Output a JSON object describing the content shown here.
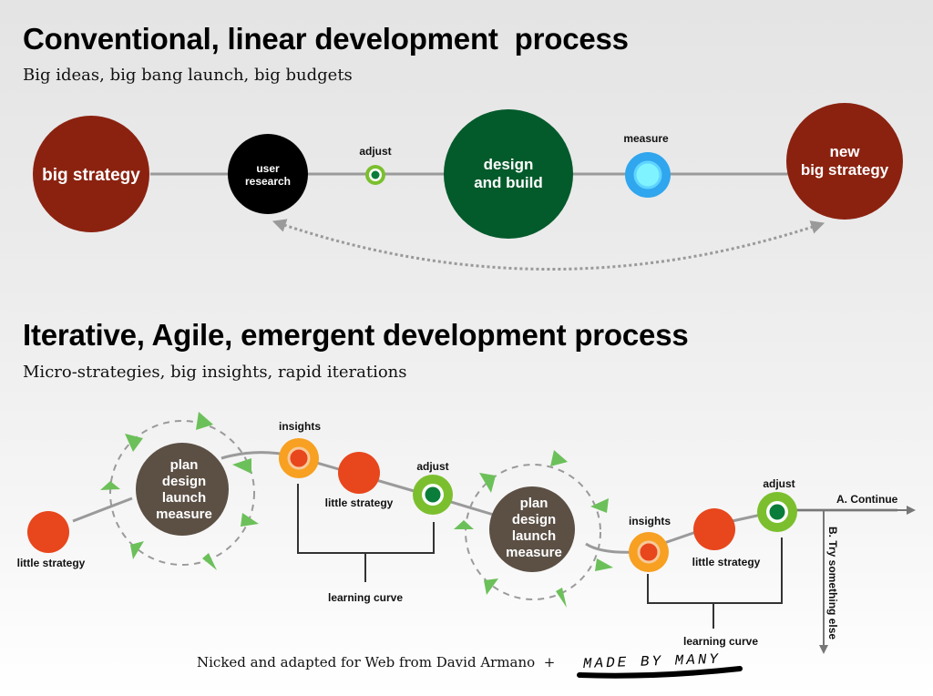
{
  "conventional": {
    "title": "Conventional, linear development  process",
    "subtitle": "Big ideas, big bang launch, big budgets",
    "nodes": {
      "big_strategy": "big strategy",
      "user_research_1": "user",
      "user_research_2": "research",
      "adjust": "adjust",
      "design_build_1": "design",
      "design_build_2": "and build",
      "measure": "measure",
      "new_strategy_1": "new",
      "new_strategy_2": "big strategy"
    }
  },
  "iterative": {
    "title": "Iterative, Agile, emergent development process",
    "subtitle": "Micro-strategies, big insights, rapid iterations",
    "little_strategy": "little strategy",
    "cycle_lines": [
      "plan",
      "design",
      "launch",
      "measure"
    ],
    "insights": "insights",
    "adjust": "adjust",
    "learning_curve": "learning curve",
    "continue": "A. Continue",
    "try_else": "B. Try something else"
  },
  "footer": {
    "credit": "Nicked and adapted for Web from David Armano  +",
    "logo_text": "MADE BY MANY"
  },
  "colors": {
    "big_strategy": "#8b2210",
    "design_build": "#035a2b",
    "little_strategy": "#e8461c",
    "cycle": "#5c5045",
    "insights": "#f7a021",
    "adjust_ring": "#7bbf2e",
    "adjust_core": "#0a7d3a",
    "measure_ring": "#2fa6ee",
    "measure_core": "#7ff3ff",
    "arrow_green": "#6cc05a",
    "line": "#9a9a9a"
  }
}
